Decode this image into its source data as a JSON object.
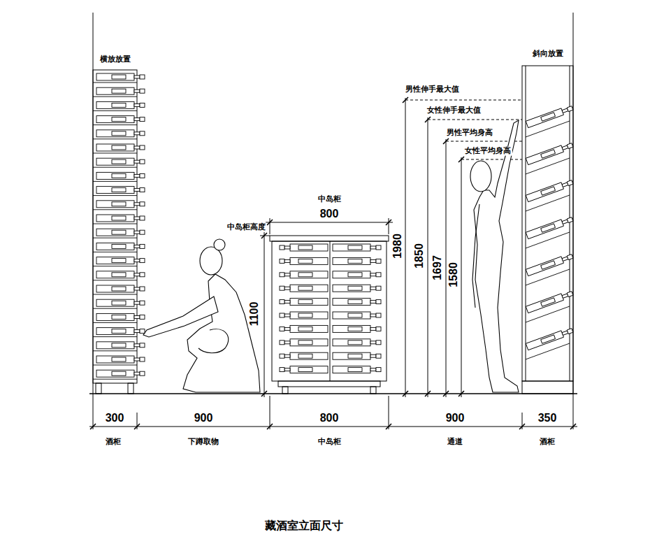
{
  "diagram": {
    "caption": "藏酒室立面尺寸",
    "labels": [
      "横放放置",
      "斜向放置",
      "男性伸手最大值",
      "女性伸手最大值",
      "男性平均身高",
      "女性平均身高",
      "中岛柜",
      "800",
      "中岛柜高度",
      "1980",
      "1850",
      "1697",
      "1580",
      "1100",
      "300",
      "900",
      "800",
      "900",
      "350",
      "酒柜",
      "下蹲取物",
      "中岛柜",
      "通道",
      "酒柜"
    ]
  }
}
